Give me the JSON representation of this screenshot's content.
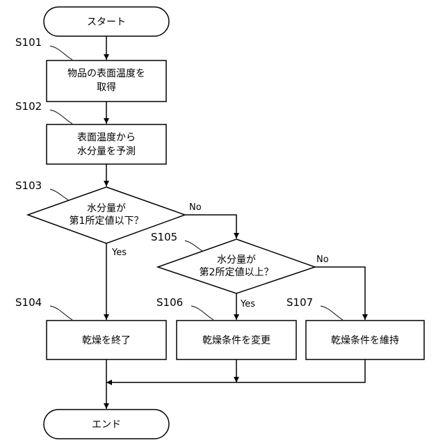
{
  "nodes": {
    "start": {
      "label": "スタート"
    },
    "s101": {
      "step": "S101",
      "lines": [
        "物品の表面温度を",
        "取得"
      ]
    },
    "s102": {
      "step": "S102",
      "lines": [
        "表面温度から",
        "水分量を予測"
      ]
    },
    "s103": {
      "step": "S103",
      "lines": [
        "水分量が",
        "第1所定値以下？"
      ]
    },
    "s104": {
      "step": "S104",
      "lines": [
        "乾燥を終了"
      ]
    },
    "s105": {
      "step": "S105",
      "lines": [
        "水分量が",
        "第2所定値以上？"
      ]
    },
    "s106": {
      "step": "S106",
      "lines": [
        "乾燥条件を変更"
      ]
    },
    "s107": {
      "step": "S107",
      "lines": [
        "乾燥条件を維持"
      ]
    },
    "end": {
      "label": "エンド"
    }
  },
  "branches": {
    "s103_yes": "Yes",
    "s103_no": "No",
    "s105_yes": "Yes",
    "s105_no": "No"
  }
}
